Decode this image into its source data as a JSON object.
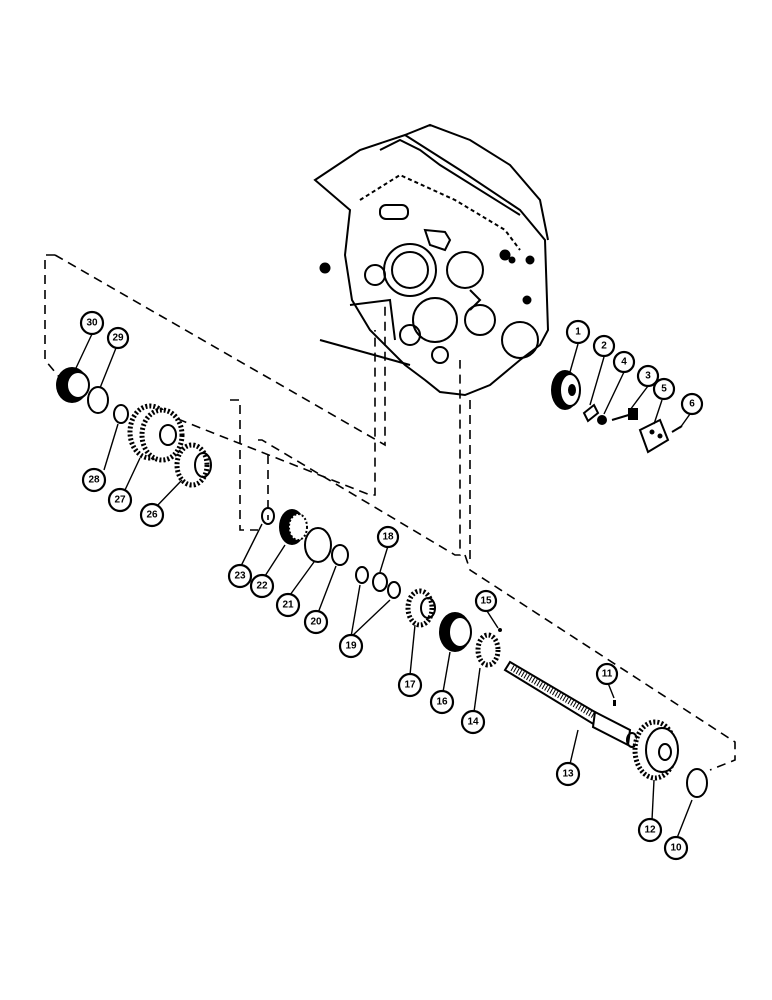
{
  "diagram": {
    "title": "",
    "callouts": [
      "1",
      "2",
      "3",
      "4",
      "5",
      "6",
      "10",
      "11",
      "12",
      "13",
      "14",
      "15",
      "16",
      "17",
      "18",
      "19",
      "20",
      "21",
      "22",
      "23",
      "26",
      "27",
      "28",
      "29",
      "30"
    ]
  }
}
